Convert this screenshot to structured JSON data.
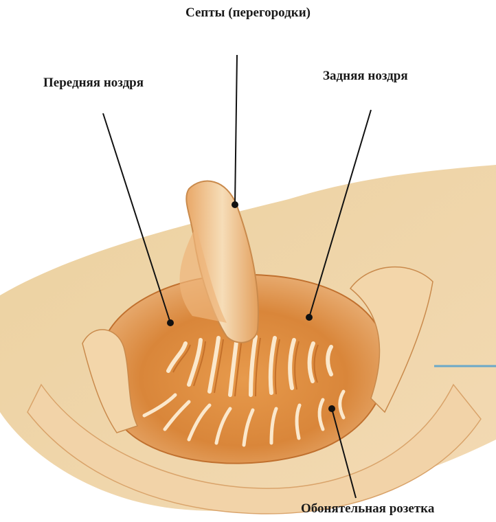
{
  "labels": {
    "septa": "Септы (перегородки)",
    "front_nostril": "Передняя ноздря",
    "back_nostril": "Задняя ноздря",
    "olfactory_rosette": "Обонятельная розетка"
  },
  "colors": {
    "skin_light": "#f4dcb4",
    "skin_mid": "#e9b77a",
    "cavity": "#d98a3a",
    "cavity_deep": "#c4702a",
    "outline": "#b86a2e",
    "leader": "#111111",
    "side_line": "#6aa8c8"
  }
}
